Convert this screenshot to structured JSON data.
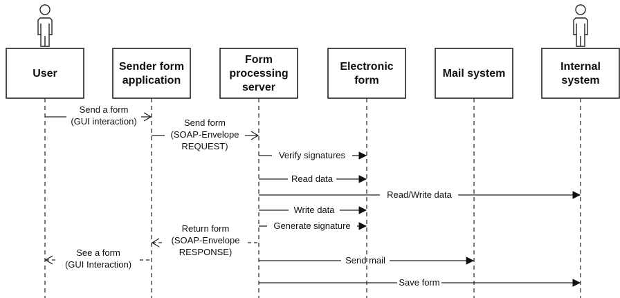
{
  "participants": [
    {
      "id": "user",
      "lines": [
        "User"
      ],
      "actor": true
    },
    {
      "id": "sender",
      "lines": [
        "Sender form",
        "application"
      ],
      "actor": false
    },
    {
      "id": "fps",
      "lines": [
        "Form",
        "processing",
        "server"
      ],
      "actor": false
    },
    {
      "id": "eform",
      "lines": [
        "Electronic",
        "form"
      ],
      "actor": false
    },
    {
      "id": "mail",
      "lines": [
        "Mail system"
      ],
      "actor": false
    },
    {
      "id": "internal",
      "lines": [
        "Internal",
        "system"
      ],
      "actor": true
    }
  ],
  "messages": [
    {
      "from": "user",
      "to": "sender",
      "lines": [
        "Send a form",
        "(GUI interaction)"
      ],
      "style": "solid",
      "head": "open"
    },
    {
      "from": "sender",
      "to": "fps",
      "lines": [
        "Send form",
        "(SOAP-Envelope",
        "REQUEST)"
      ],
      "style": "solid",
      "head": "open"
    },
    {
      "from": "fps",
      "to": "eform",
      "lines": [
        "Verify signatures"
      ],
      "style": "solid",
      "head": "filled"
    },
    {
      "from": "fps",
      "to": "eform",
      "lines": [
        "Read data"
      ],
      "style": "solid",
      "head": "filled"
    },
    {
      "from": "fps",
      "to": "internal",
      "lines": [
        "Read/Write data"
      ],
      "style": "solid",
      "head": "filled"
    },
    {
      "from": "fps",
      "to": "eform",
      "lines": [
        "Write data"
      ],
      "style": "solid",
      "head": "filled"
    },
    {
      "from": "fps",
      "to": "eform",
      "lines": [
        "Generate signature"
      ],
      "style": "solid",
      "head": "filled"
    },
    {
      "from": "fps",
      "to": "sender",
      "lines": [
        "Return form",
        "(SOAP-Envelope",
        "RESPONSE)"
      ],
      "style": "dashed",
      "head": "open"
    },
    {
      "from": "sender",
      "to": "user",
      "lines": [
        "See a form",
        "(GUI Interaction)"
      ],
      "style": "dashed",
      "head": "open"
    },
    {
      "from": "fps",
      "to": "mail",
      "lines": [
        "Send mail"
      ],
      "style": "solid",
      "head": "filled"
    },
    {
      "from": "fps",
      "to": "internal",
      "lines": [
        "Save form"
      ],
      "style": "solid",
      "head": "filled"
    }
  ]
}
